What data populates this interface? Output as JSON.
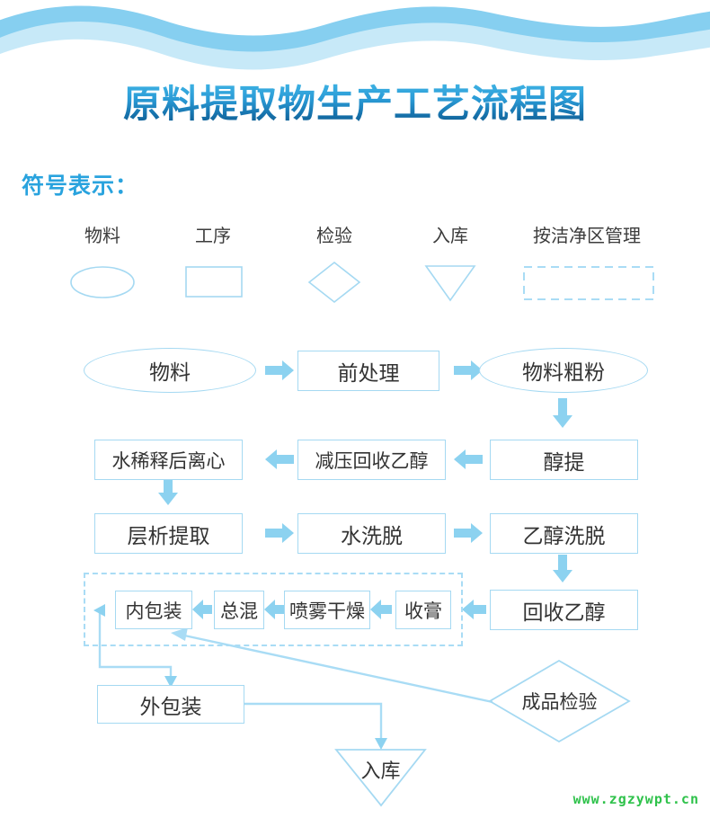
{
  "page": {
    "title": "原料提取物生产工艺流程图",
    "legend_heading": "符号表示："
  },
  "colors": {
    "title_gradient_top": "#3FB3E4",
    "title_gradient_bottom": "#0F5B8E",
    "accent_blue": "#29A3DE",
    "shape_stroke": "#A5D9F2",
    "arrow_fill": "#8CD2F0",
    "wave_dark": "#86CFF0",
    "wave_light": "#C7E9F8",
    "node_text": "#333333",
    "watermark": "#2FC24B"
  },
  "legend": {
    "items": [
      {
        "label": "物料",
        "shape": "ellipse"
      },
      {
        "label": "工序",
        "shape": "rectangle"
      },
      {
        "label": "检验",
        "shape": "diamond"
      },
      {
        "label": "入库",
        "shape": "triangle-down"
      },
      {
        "label": "按洁净区管理",
        "shape": "dashed-rectangle"
      }
    ]
  },
  "flowchart": {
    "clean_zone_note": "按洁净区管理",
    "nodes": [
      {
        "id": "wuliao",
        "label": "物料",
        "shape": "ellipse",
        "row": 1
      },
      {
        "id": "qianchuli",
        "label": "前处理",
        "shape": "rectangle",
        "row": 1
      },
      {
        "id": "wuliaocufen",
        "label": "物料粗粉",
        "shape": "ellipse",
        "row": 1
      },
      {
        "id": "shuixishi",
        "label": "水稀释后离心",
        "shape": "rectangle",
        "row": 2
      },
      {
        "id": "jianyahuishou",
        "label": "减压回收乙醇",
        "shape": "rectangle",
        "row": 2
      },
      {
        "id": "chunti",
        "label": "醇提",
        "shape": "rectangle",
        "row": 2
      },
      {
        "id": "cengxi",
        "label": "层析提取",
        "shape": "rectangle",
        "row": 3
      },
      {
        "id": "shuixituo",
        "label": "水洗脱",
        "shape": "rectangle",
        "row": 3
      },
      {
        "id": "yichunxituo",
        "label": "乙醇洗脱",
        "shape": "rectangle",
        "row": 3
      },
      {
        "id": "neibaozhuang",
        "label": "内包装",
        "shape": "rectangle",
        "row": 4
      },
      {
        "id": "zonghun",
        "label": "总混",
        "shape": "rectangle",
        "row": 4
      },
      {
        "id": "penwuganzao",
        "label": "喷雾干燥",
        "shape": "rectangle",
        "row": 4
      },
      {
        "id": "shougao",
        "label": "收膏",
        "shape": "rectangle",
        "row": 4
      },
      {
        "id": "huishouyichun",
        "label": "回收乙醇",
        "shape": "rectangle",
        "row": 4
      },
      {
        "id": "waibaozhuang",
        "label": "外包装",
        "shape": "rectangle",
        "row": 5
      },
      {
        "id": "chengpinjianyan",
        "label": "成品检验",
        "shape": "diamond",
        "row": 5
      },
      {
        "id": "ruku",
        "label": "入库",
        "shape": "triangle-down",
        "row": 6
      }
    ],
    "edges": [
      {
        "from": "wuliao",
        "to": "qianchuli",
        "dir": "right"
      },
      {
        "from": "qianchuli",
        "to": "wuliaocufen",
        "dir": "right"
      },
      {
        "from": "wuliaocufen",
        "to": "chunti",
        "dir": "down"
      },
      {
        "from": "chunti",
        "to": "jianyahuishou",
        "dir": "left"
      },
      {
        "from": "jianyahuishou",
        "to": "shuixishi",
        "dir": "left"
      },
      {
        "from": "shuixishi",
        "to": "cengxi",
        "dir": "down"
      },
      {
        "from": "cengxi",
        "to": "shuixituo",
        "dir": "right"
      },
      {
        "from": "shuixituo",
        "to": "yichunxituo",
        "dir": "right"
      },
      {
        "from": "yichunxituo",
        "to": "huishouyichun",
        "dir": "down"
      },
      {
        "from": "huishouyichun",
        "to": "shougao",
        "dir": "left"
      },
      {
        "from": "shougao",
        "to": "penwuganzao",
        "dir": "left"
      },
      {
        "from": "penwuganzao",
        "to": "zonghun",
        "dir": "left"
      },
      {
        "from": "zonghun",
        "to": "neibaozhuang",
        "dir": "left"
      },
      {
        "from": "neibaozhuang",
        "to": "waibaozhuang",
        "dir": "loop-left-down"
      },
      {
        "from": "waibaozhuang",
        "to": "ruku",
        "dir": "right-down"
      },
      {
        "from": "chengpinjianyan",
        "to": "neibaozhuang",
        "dir": "diagonal"
      }
    ]
  },
  "watermark": {
    "text": "www.zgzywpt.cn"
  }
}
